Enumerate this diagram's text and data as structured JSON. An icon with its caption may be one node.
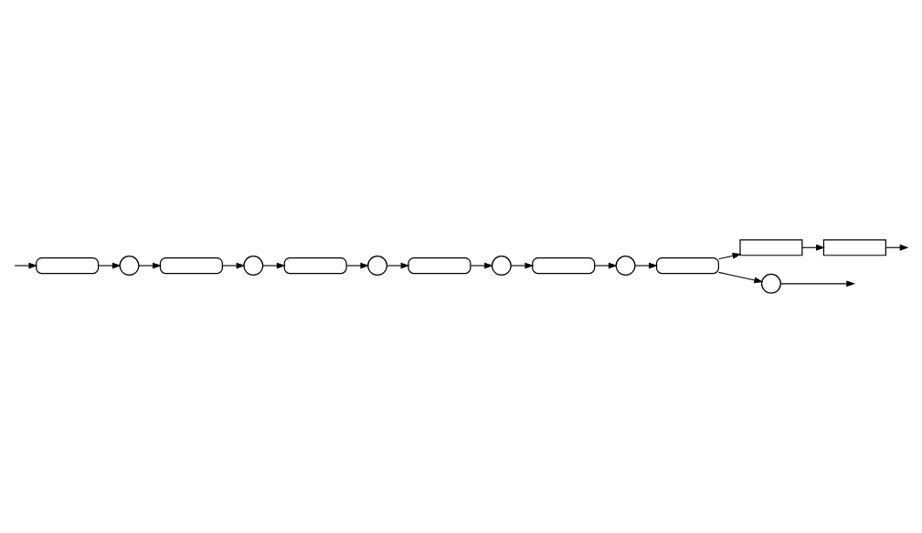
{
  "diagram": {
    "nodes": [
      {
        "text": [],
        "shape": "box"
      },
      {
        "text": [],
        "shape": "circle"
      },
      {
        "text": [],
        "shape": "box"
      },
      {
        "text": [],
        "shape": "circle"
      },
      {
        "text": [],
        "shape": "box"
      },
      {
        "text": [],
        "shape": "circle"
      },
      {
        "text": [],
        "shape": "box"
      },
      {
        "text": [],
        "shape": "circle"
      },
      {
        "text": [],
        "shape": "box"
      },
      {
        "text": [],
        "shape": "circle"
      },
      {
        "text": [],
        "shape": "box"
      },
      {
        "text": [],
        "shape": "rectangle"
      },
      {
        "text": [],
        "shape": "rectangle"
      },
      {
        "text": [],
        "shape": "circle"
      }
    ],
    "edges": [
      {
        "from": null,
        "to": 0,
        "arrow": "to"
      },
      {
        "from": 0,
        "to": 1,
        "arrow": "to"
      },
      {
        "from": 1,
        "to": 2,
        "arrow": "to"
      },
      {
        "from": 2,
        "to": 3,
        "arrow": "to"
      },
      {
        "from": 3,
        "to": 4,
        "arrow": "to"
      },
      {
        "from": 4,
        "to": 5,
        "arrow": "to"
      },
      {
        "from": 5,
        "to": 6,
        "arrow": "to"
      },
      {
        "from": 6,
        "to": 7,
        "arrow": "to"
      },
      {
        "from": 7,
        "to": 8,
        "arrow": "to"
      },
      {
        "from": 8,
        "to": 9,
        "arrow": "to"
      },
      {
        "from": 9,
        "to": 10,
        "arrow": "to"
      },
      {
        "from": 10,
        "to": 11,
        "arrow": "to"
      },
      {
        "from": 11,
        "to": 12,
        "arrow": "to"
      },
      {
        "from": 10,
        "to": 13,
        "arrow": "to"
      },
      {
        "from": 12,
        "to": null,
        "arrow": "to"
      },
      {
        "from": 13,
        "to": null,
        "arrow": "to"
      }
    ]
  }
}
